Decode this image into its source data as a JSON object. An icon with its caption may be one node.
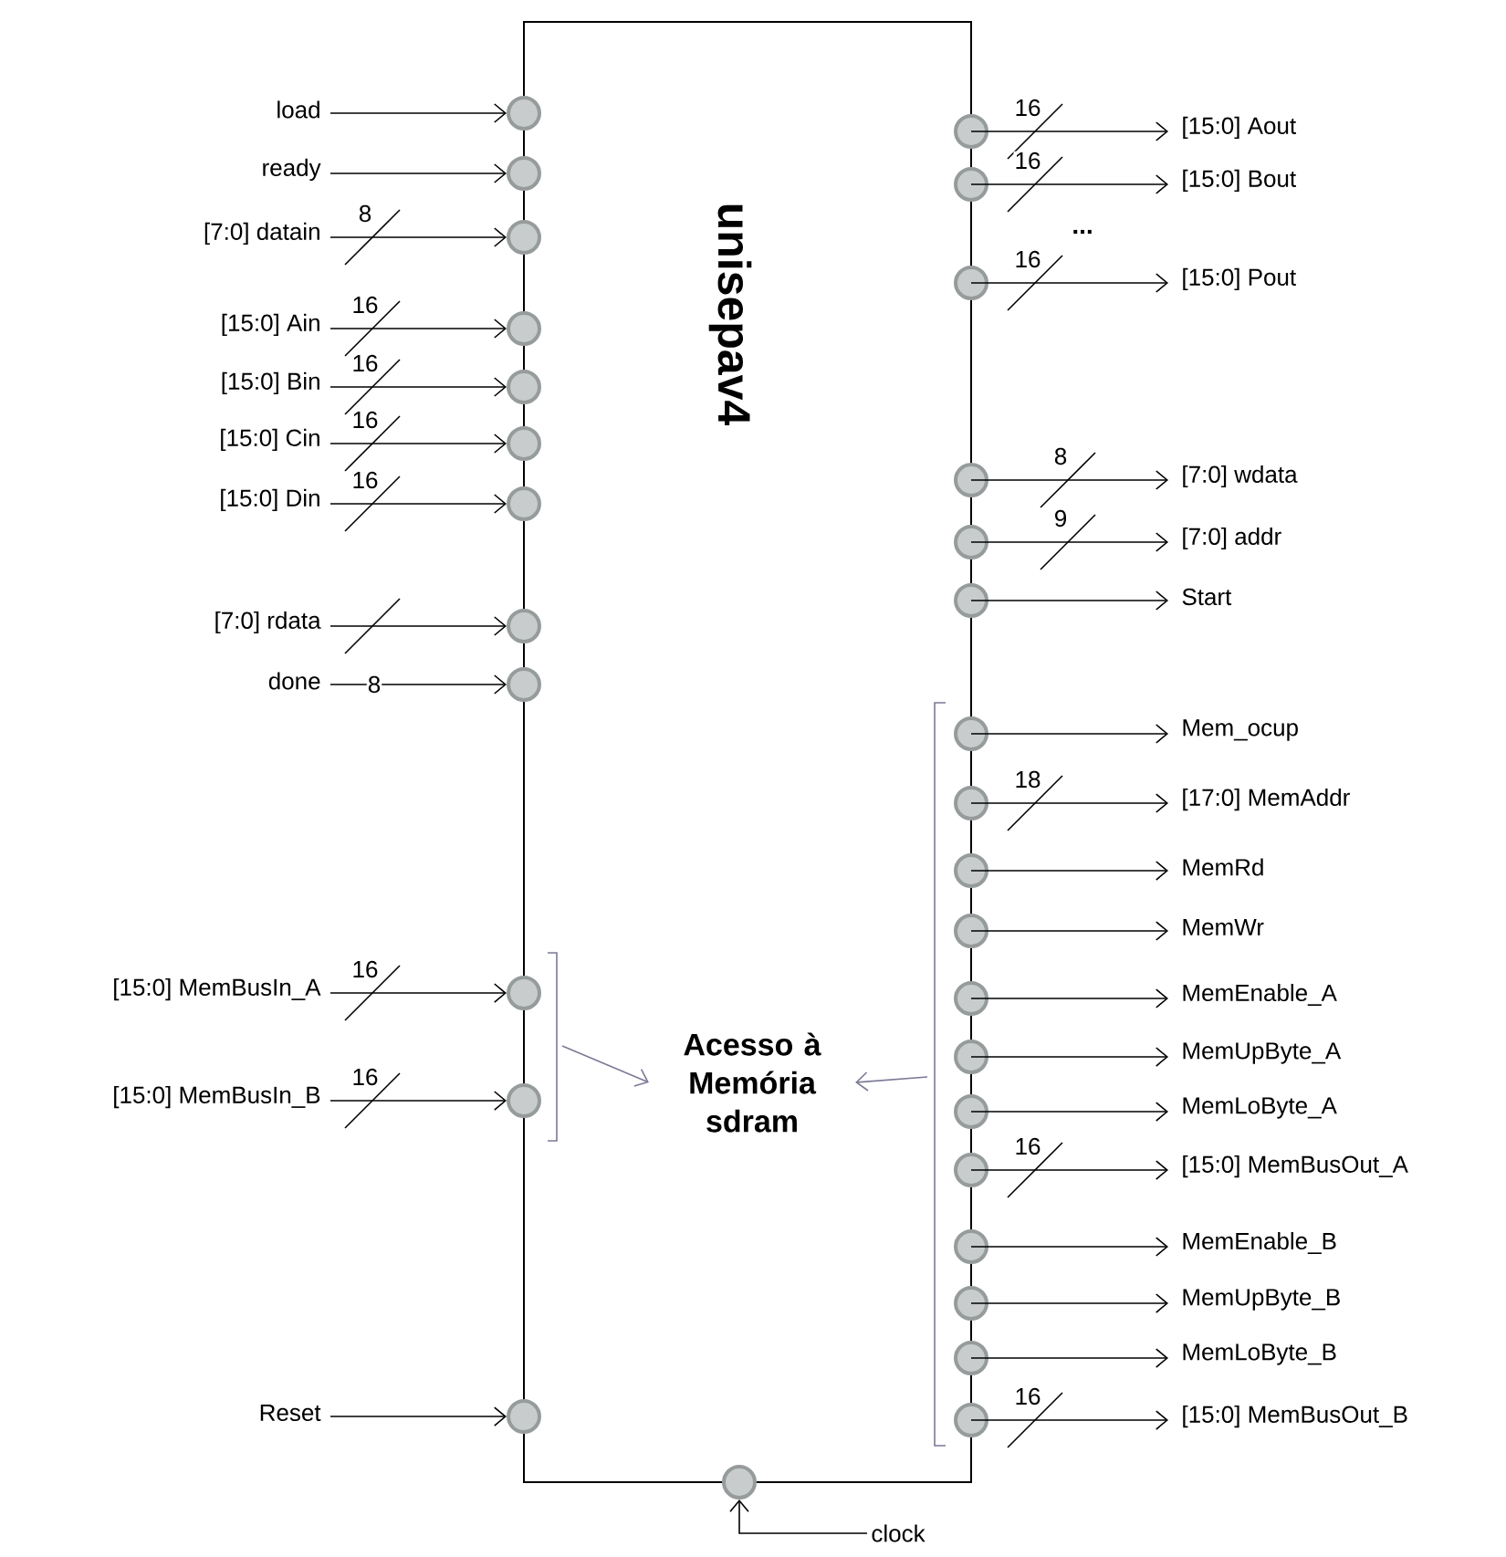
{
  "diagram": {
    "nodes": [
      {
        "text": [
          "unisepav4"
        ]
      },
      {
        "text": [
          "Acesso à Memória sdram"
        ],
        "in": 0
      },
      {
        "text": [
          "load"
        ]
      },
      {
        "text": [],
        "shape": "circle"
      },
      {
        "text": [
          "ready"
        ]
      },
      {
        "text": [],
        "shape": "circle"
      },
      {
        "text": [
          "[7:0] datain"
        ]
      },
      {
        "text": [],
        "shape": "circle"
      },
      {
        "text": [
          "[15:0] Ain"
        ]
      },
      {
        "text": [],
        "shape": "circle"
      },
      {
        "text": [
          "[15:0] Bin"
        ]
      },
      {
        "text": [],
        "shape": "circle"
      },
      {
        "text": [
          "[15:0] Cin"
        ]
      },
      {
        "text": [],
        "shape": "circle"
      },
      {
        "text": [
          "[15:0] Din"
        ]
      },
      {
        "text": [],
        "shape": "circle"
      },
      {
        "text": [
          "[7:0] rdata"
        ]
      },
      {
        "text": [],
        "shape": "circle"
      },
      {
        "text": [
          "done"
        ]
      },
      {
        "text": [],
        "shape": "circle"
      },
      {
        "text": [
          "[15:0] MemBusIn_A"
        ]
      },
      {
        "text": [],
        "shape": "circle"
      },
      {
        "text": [
          "[15:0] MemBusIn_B"
        ]
      },
      {
        "text": [],
        "shape": "circle"
      },
      {
        "text": [
          "Reset"
        ]
      },
      {
        "text": [],
        "shape": "circle"
      },
      {
        "text": [],
        "shape": "circle"
      },
      {
        "text": [
          "[15:0] Aout"
        ]
      },
      {
        "text": [],
        "shape": "circle"
      },
      {
        "text": [
          "[15:0] Bout"
        ]
      },
      {
        "text": [],
        "shape": "circle"
      },
      {
        "text": [
          "[15:0] Pout"
        ]
      },
      {
        "text": [],
        "shape": "circle"
      },
      {
        "text": [
          "[7:0] wdata"
        ]
      },
      {
        "text": [],
        "shape": "circle"
      },
      {
        "text": [
          "[7:0] addr"
        ]
      },
      {
        "text": [],
        "shape": "circle"
      },
      {
        "text": [
          "Start"
        ]
      },
      {
        "text": [],
        "shape": "circle"
      },
      {
        "text": [
          "Mem_ocup"
        ]
      },
      {
        "text": [],
        "shape": "circle"
      },
      {
        "text": [
          "[17:0] MemAddr"
        ]
      },
      {
        "text": [],
        "shape": "circle"
      },
      {
        "text": [
          "MemRd"
        ]
      },
      {
        "text": [],
        "shape": "circle"
      },
      {
        "text": [
          "MemWr"
        ]
      },
      {
        "text": [],
        "shape": "circle"
      },
      {
        "text": [
          "MemEnable_A"
        ]
      },
      {
        "text": [],
        "shape": "circle"
      },
      {
        "text": [
          "MemUpByte_A"
        ]
      },
      {
        "text": [],
        "shape": "circle"
      },
      {
        "text": [
          "MemLoByte_A"
        ]
      },
      {
        "text": [],
        "shape": "circle"
      },
      {
        "text": [
          "[15:0] MemBusOut_A"
        ]
      },
      {
        "text": [],
        "shape": "circle"
      },
      {
        "text": [
          "MemEnable_B"
        ]
      },
      {
        "text": [],
        "shape": "circle"
      },
      {
        "text": [
          "MemUpByte_B"
        ]
      },
      {
        "text": [],
        "shape": "circle"
      },
      {
        "text": [
          "MemLoByte_B"
        ]
      },
      {
        "text": [],
        "shape": "circle"
      },
      {
        "text": [
          "[15:0] MemBusOut_B"
        ]
      },
      {
        "text": [],
        "shape": "circle"
      },
      {
        "text": [
          "clock"
        ]
      }
    ],
    "edges": [
      {
        "from": 2,
        "to": 3,
        "arrow": "to"
      },
      {
        "from": 4,
        "to": 5,
        "arrow": "to"
      },
      {
        "from": 6,
        "to": 7,
        "arrow": "to",
        "label": "8"
      },
      {
        "from": 8,
        "to": 9,
        "arrow": "to",
        "label": "16"
      },
      {
        "from": 10,
        "to": 11,
        "arrow": "to",
        "label": "16"
      },
      {
        "from": 12,
        "to": 13,
        "arrow": "to",
        "label": "16"
      },
      {
        "from": 14,
        "to": 15,
        "arrow": "to",
        "label": "16"
      },
      {
        "from": 16,
        "to": 17,
        "arrow": "to"
      },
      {
        "from": 18,
        "to": 19,
        "arrow": "to",
        "label": "8"
      },
      {
        "from": 20,
        "to": 21,
        "arrow": "to",
        "label": "16"
      },
      {
        "from": 22,
        "to": 23,
        "arrow": "to",
        "label": "16"
      },
      {
        "from": 24,
        "to": 25,
        "arrow": "to"
      },
      {
        "from": 26,
        "to": 27,
        "arrow": "to",
        "label": "16"
      },
      {
        "from": 28,
        "to": 29,
        "arrow": "to",
        "label": "16"
      },
      {
        "from": 30,
        "to": 31,
        "arrow": "to",
        "label": "16"
      },
      {
        "from": 32,
        "to": 33,
        "arrow": "to",
        "label": "8"
      },
      {
        "from": 34,
        "to": 35,
        "arrow": "to",
        "label": "9"
      },
      {
        "from": 36,
        "to": 37,
        "arrow": "to"
      },
      {
        "from": 38,
        "to": 39,
        "arrow": "to"
      },
      {
        "from": 40,
        "to": 41,
        "arrow": "to",
        "label": "18"
      },
      {
        "from": 42,
        "to": 43,
        "arrow": "to"
      },
      {
        "from": 44,
        "to": 45,
        "arrow": "to"
      },
      {
        "from": 46,
        "to": 47,
        "arrow": "to"
      },
      {
        "from": 48,
        "to": 49,
        "arrow": "to"
      },
      {
        "from": 50,
        "to": 51,
        "arrow": "to"
      },
      {
        "from": 52,
        "to": 53,
        "arrow": "to",
        "label": "16"
      },
      {
        "from": 54,
        "to": 55,
        "arrow": "to"
      },
      {
        "from": 56,
        "to": 57,
        "arrow": "to"
      },
      {
        "from": 58,
        "to": 59,
        "arrow": "to"
      },
      {
        "from": 60,
        "to": 61,
        "arrow": "to",
        "label": "16"
      },
      {
        "from": 63,
        "to": 62,
        "arrow": "to"
      },
      {
        "from": null,
        "to": 1,
        "arrow": "to",
        "color": "#7a7a96"
      },
      {
        "from": null,
        "to": 1,
        "arrow": "to",
        "color": "#7a7a96"
      }
    ],
    "labels": [
      "..."
    ]
  }
}
